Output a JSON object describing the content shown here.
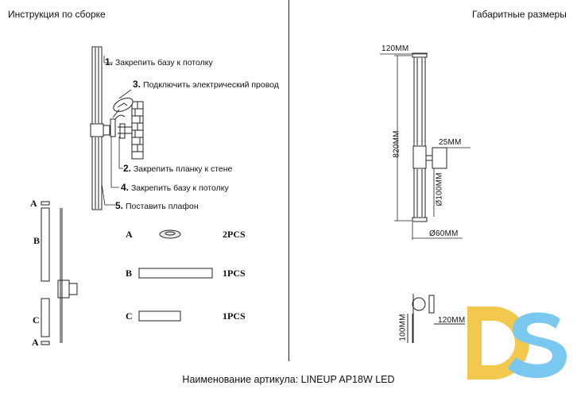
{
  "headers": {
    "left": "Инструкция по сборке",
    "right": "Габаритные размеры"
  },
  "steps": [
    {
      "num": "1.",
      "text": "Закрепить базу к потолку"
    },
    {
      "num": "3.",
      "text": "Подключить электрический провод"
    },
    {
      "num": "2.",
      "text": "Закрепить планку к стене"
    },
    {
      "num": "4.",
      "text": "Закрепить базу к потолку"
    },
    {
      "num": "5.",
      "text": "Поставить плафон"
    }
  ],
  "parts": [
    {
      "letter": "A",
      "qty": "2PCS"
    },
    {
      "letter": "B",
      "qty": "1PCS"
    },
    {
      "letter": "C",
      "qty": "1PCS"
    }
  ],
  "exploded_labels": {
    "a_top": "A",
    "b": "B",
    "c": "C",
    "a_bottom": "A"
  },
  "dimensions": {
    "width": "120MM",
    "height": "820MM",
    "mount": "25MM",
    "base_diameter": "Ø100MM",
    "tube_diameter": "Ø60MM",
    "side_depth": "120MM",
    "side_height": "100MM"
  },
  "footer": {
    "label": "Наименование артикула:",
    "article": "LINEUP AP18W LED"
  },
  "logo": {
    "text": "DS",
    "colors": {
      "d": "#f2c94c",
      "s": "#7ac8f0"
    }
  }
}
